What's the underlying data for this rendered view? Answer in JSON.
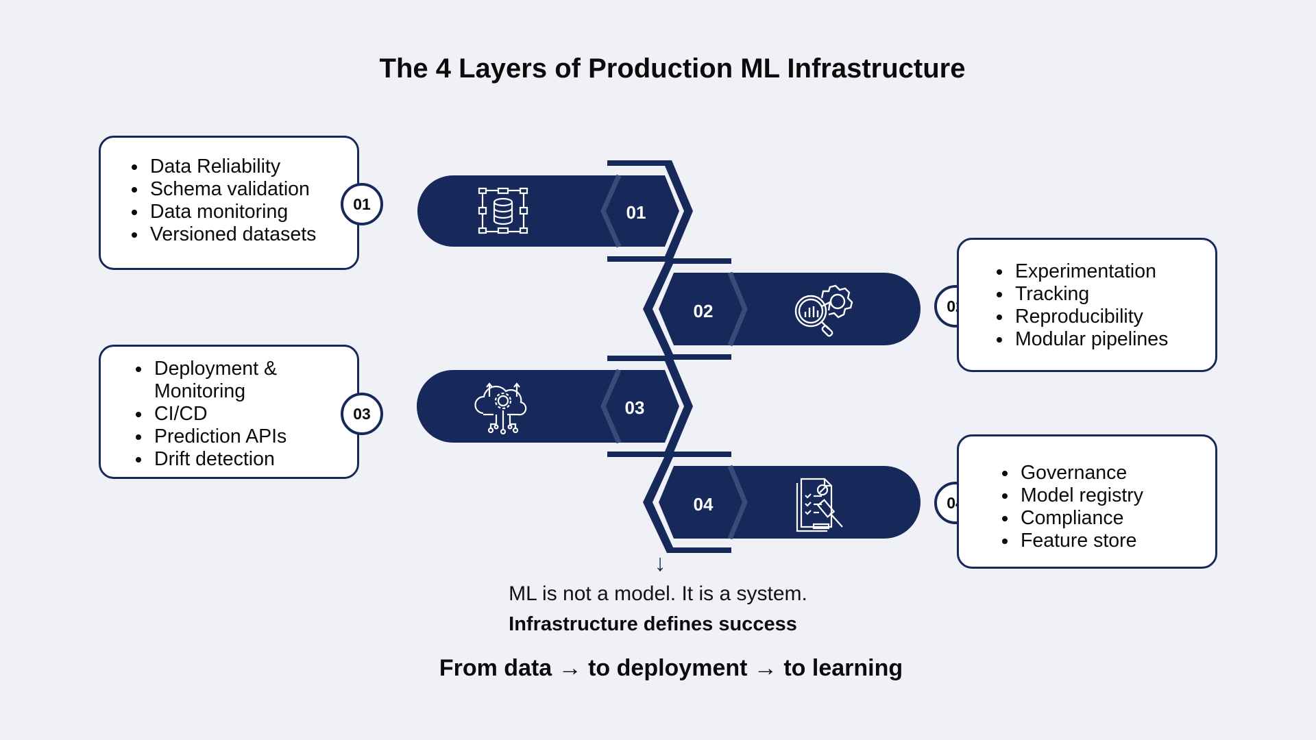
{
  "title": "The 4 Layers of Production ML Infrastructure",
  "colors": {
    "navy": "#16295a",
    "background": "#eff1f6",
    "card": "#ffffff"
  },
  "layers": [
    {
      "number": "01",
      "icon": "database-network-icon",
      "items": [
        "Data Reliability",
        "Schema validation",
        "Data monitoring",
        "Versioned datasets"
      ]
    },
    {
      "number": "02",
      "icon": "analytics-gear-magnifier-icon",
      "items": [
        "Experimentation",
        "Tracking",
        "Reproducibility",
        "Modular pipelines"
      ]
    },
    {
      "number": "03",
      "icon": "cloud-circuit-gear-icon",
      "items": [
        "Deployment & Monitoring",
        "CI/CD",
        "Prediction APIs",
        "Drift detection"
      ]
    },
    {
      "number": "04",
      "icon": "compliance-document-gavel-icon",
      "items": [
        "Governance",
        "Model registry",
        "Compliance",
        "Feature store"
      ]
    }
  ],
  "footer": {
    "arrow": "↓",
    "line1": "ML is not a model. It is a system.",
    "line2": "Infrastructure defines success",
    "line3": "From data → to deployment → to learning"
  }
}
